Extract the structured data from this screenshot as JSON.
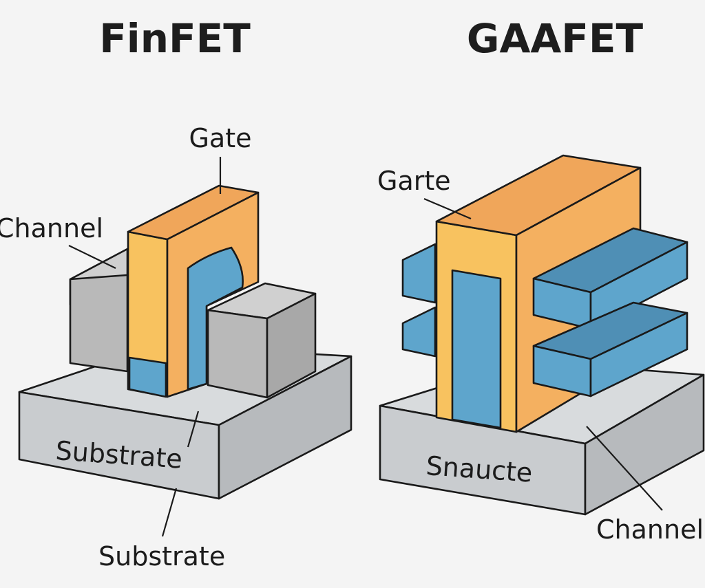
{
  "finfet": {
    "title": "FinFET",
    "labels": {
      "gate": "Gate",
      "channel": "Channel",
      "substrate_on": "Substrate",
      "substrate_below": "Substrate"
    }
  },
  "gaafet": {
    "title": "GAAFET",
    "labels": {
      "gate": "Garte",
      "substrate": "Snaucte",
      "channel": "Channel"
    }
  },
  "colors": {
    "gate_front": "#f8c25f",
    "gate_top": "#f0a65a",
    "gate_side": "#f4b060",
    "channel_front": "#5ea5cc",
    "channel_top": "#4f8fb5",
    "block_front": "#b9b9b9",
    "block_top": "#d0d0d0",
    "substrate_front": "#c9cccf",
    "substrate_top": "#d8dbdd"
  }
}
